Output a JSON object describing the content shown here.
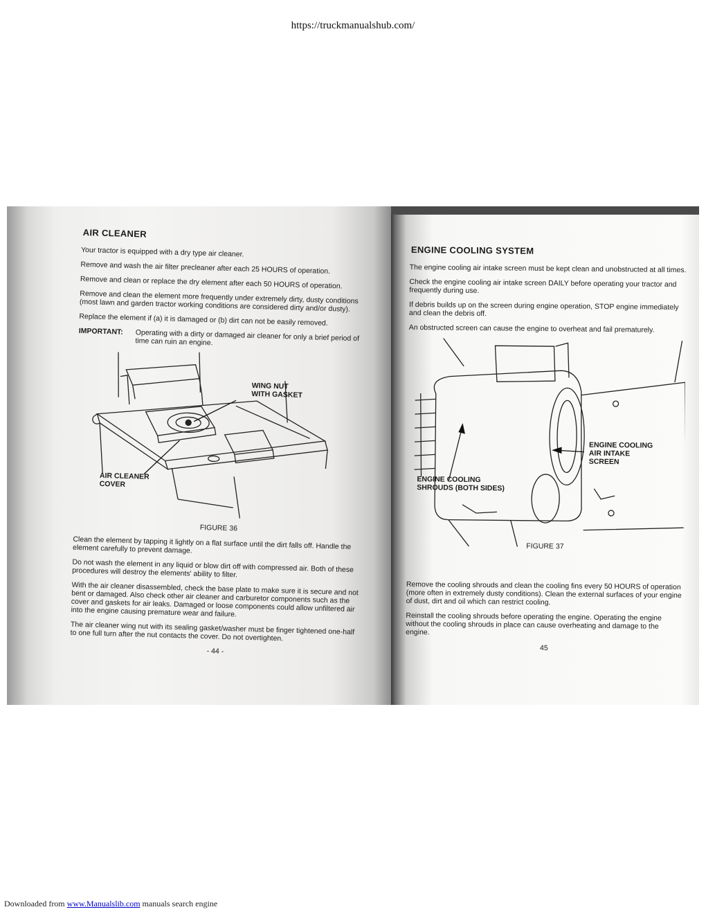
{
  "header_url": "https://truckmanualshub.com/",
  "footer": {
    "prefix": "Downloaded from",
    "link": "www.Manualslib.com",
    "suffix": "manuals search engine"
  },
  "left_page": {
    "heading": "AIR CLEANER",
    "para1": "Your tractor is equipped with a dry type air cleaner.",
    "para2": "Remove and wash the air filter precleaner after each 25 HOURS of operation.",
    "para3": "Remove and clean or replace the dry element after each 50 HOURS of operation.",
    "para4": "Remove and clean the element more frequently under extremely dirty, dusty conditions (most lawn and garden tractor working conditions are considered dirty and/or dusty).",
    "para5": "Replace the element if (a) it is damaged or (b) dirt can not be easily removed.",
    "important_label": "IMPORTANT:",
    "important_text": "Operating with a dirty or damaged air cleaner for only a brief period of time can ruin an engine.",
    "callout_wing_nut": "WING NUT\nWITH GASKET",
    "callout_cover": "AIR CLEANER\nCOVER",
    "figure_caption": "FIGURE 36",
    "para6": "Clean the element by tapping it lightly on a flat surface until the dirt falls off. Handle the element carefully to prevent damage.",
    "para7": "Do not wash the element in any liquid or blow dirt off with compressed air. Both of these procedures will destroy the elements' ability to filter.",
    "para8": "With the air cleaner disassembled, check the base plate to make sure it is secure and not bent or damaged. Also check other air cleaner and carburetor components such as the cover and gaskets for air leaks. Damaged or loose components could allow unfiltered air into the engine causing premature wear and failure.",
    "para9": "The air cleaner wing nut with its sealing gasket/washer must be finger tightened one-half to one full turn after the nut contacts the cover. Do not overtighten.",
    "page_number": "- 44 -"
  },
  "right_page": {
    "heading": "ENGINE COOLING SYSTEM",
    "para1": "The engine cooling air intake screen must be kept clean and unobstructed at all times.",
    "para2": "Check the engine cooling air intake screen DAILY before operating your tractor and frequently during use.",
    "para3": "If debris builds up on the screen during engine operation, STOP engine immediately and clean the debris off.",
    "para4": "An obstructed screen can cause the engine to overheat and fail prematurely.",
    "callout_screen": "ENGINE COOLING\nAIR INTAKE\nSCREEN",
    "callout_shrouds": "ENGINE COOLING\nSHROUDS (BOTH SIDES)",
    "figure_caption": "FIGURE 37",
    "para5": "Remove the cooling shrouds and clean the cooling fins every 50 HOURS of operation (more often in extremely dusty conditions). Clean the external surfaces of your engine of dust, dirt and oil which can restrict cooling.",
    "para6": "Reinstall the cooling shrouds before operating the engine. Operating the engine without the cooling shrouds in place can cause overheating and damage to the engine.",
    "page_number": "45"
  }
}
